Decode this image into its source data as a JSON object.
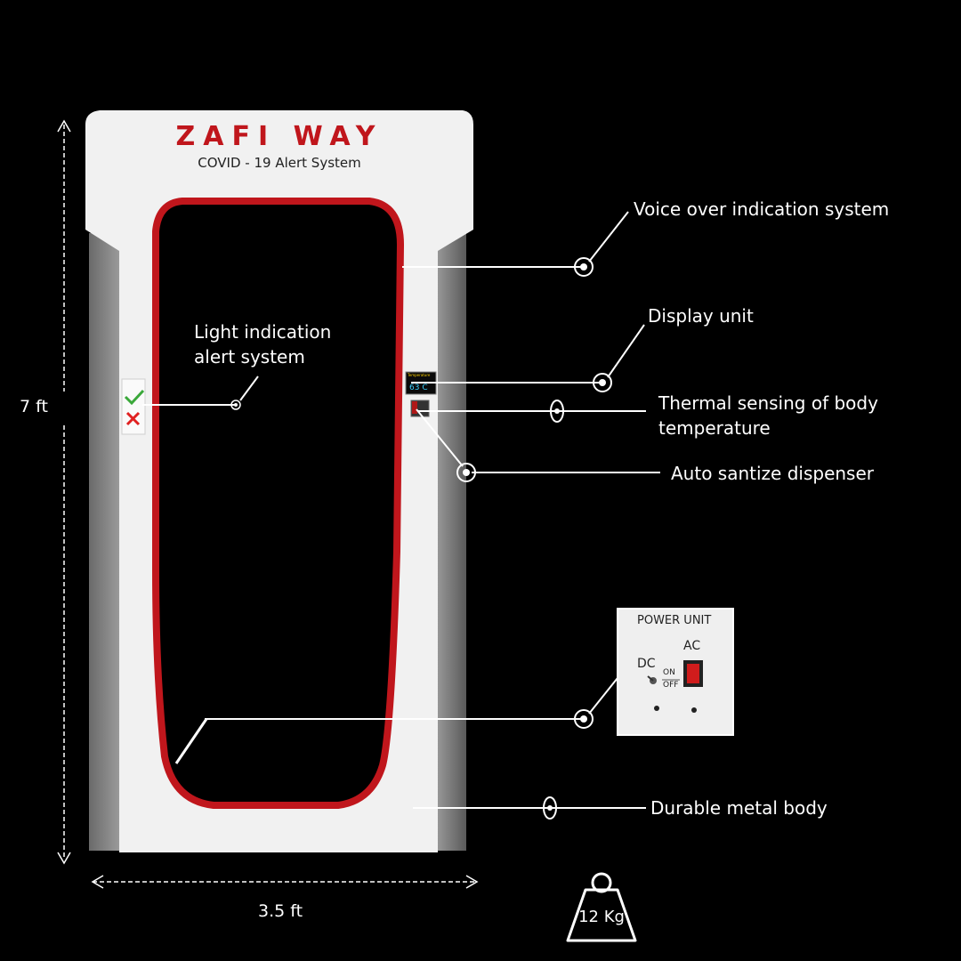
{
  "product": {
    "brand": "ZAFI WAY",
    "subtitle": "COVID - 19 Alert System",
    "display_caption": "Temperature",
    "display_value": "63 C"
  },
  "callouts": {
    "voice": "Voice over indication system",
    "display": "Display unit",
    "thermal": "Thermal sensing of body temperature",
    "sanitizer": "Auto santize dispenser",
    "light": "Light indication alert system",
    "body": "Durable metal body"
  },
  "power_unit": {
    "title": "POWER UNIT",
    "ac": "AC",
    "dc": "DC",
    "on": "ON",
    "off": "OFF"
  },
  "dimensions": {
    "height": "7 ft",
    "width": "3.5 ft",
    "weight": "12 Kg"
  },
  "colors": {
    "background": "#000000",
    "frame": "#f1f1f1",
    "accent_red": "#c0161c",
    "check_green": "#3aa83a",
    "cross_red": "#e02020"
  }
}
